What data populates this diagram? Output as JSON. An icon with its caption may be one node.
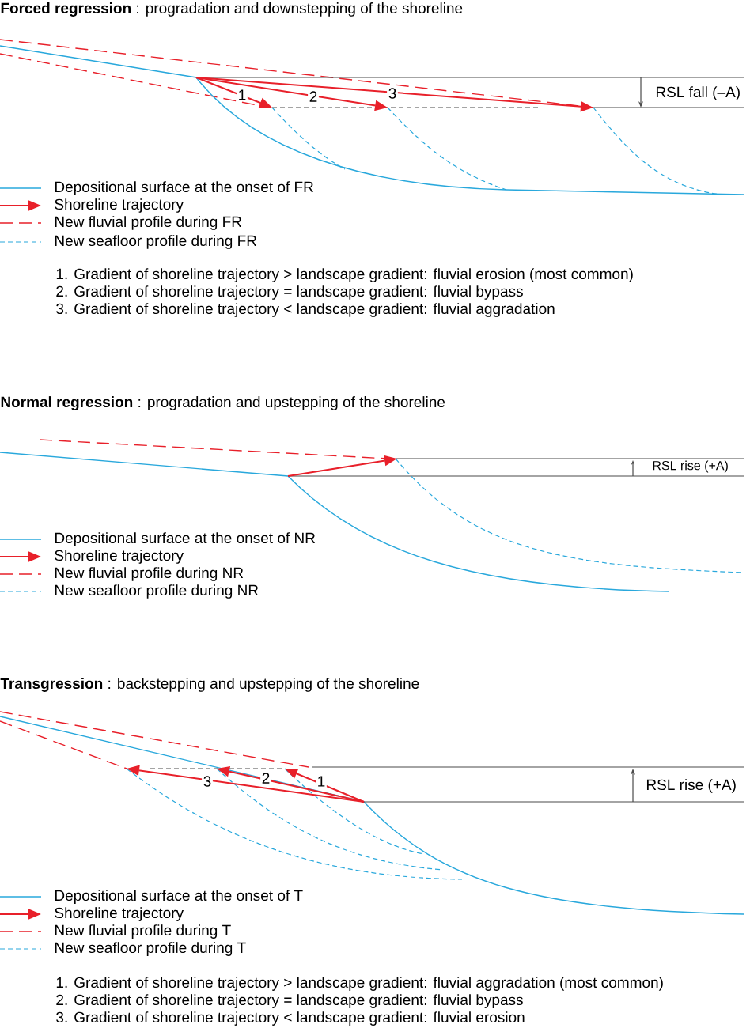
{
  "diagram": {
    "labels": [
      "**Forced regression** : progradation and downstepping of the shoreline",
      "1",
      "2",
      "3",
      "RSL fall (–A)",
      "1. Gradient of shoreline trajectory > landscape gradient: fluvial erosion (most common)",
      "2. Gradient of shoreline trajectory = landscape gradient: fluvial bypass",
      "3. Gradient of shoreline trajectory < landscape gradient: fluvial aggradation",
      "**Normal regression** : progradation and upstepping of the shoreline",
      "RSL rise (+A)",
      "**Transgression** : backstepping and upstepping of the shoreline",
      "3",
      "2",
      "1",
      "RSL rise (+A)",
      "1. Gradient of shoreline trajectory > landscape gradient: fluvial aggradation (most common)",
      "2. Gradient of shoreline trajectory = landscape gradient: fluvial bypass",
      "3. Gradient of shoreline trajectory < landscape gradient: fluvial erosion"
    ],
    "legend": [
      {
        "text": "Depositional surface at the onset of FR"
      },
      {
        "text": "Shoreline trajectory"
      },
      {
        "text": "New fluvial profile during FR"
      },
      {
        "text": "New seafloor profile during FR"
      },
      {
        "text": "Depositional surface at the onset of NR"
      },
      {
        "text": "Shoreline trajectory"
      },
      {
        "text": "New fluvial profile during NR"
      },
      {
        "text": "New seafloor profile during NR"
      },
      {
        "text": "Depositional surface at the onset of T"
      },
      {
        "text": "Shoreline trajectory"
      },
      {
        "text": "New fluvial profile during T"
      },
      {
        "text": "New seafloor profile during T"
      }
    ]
  }
}
